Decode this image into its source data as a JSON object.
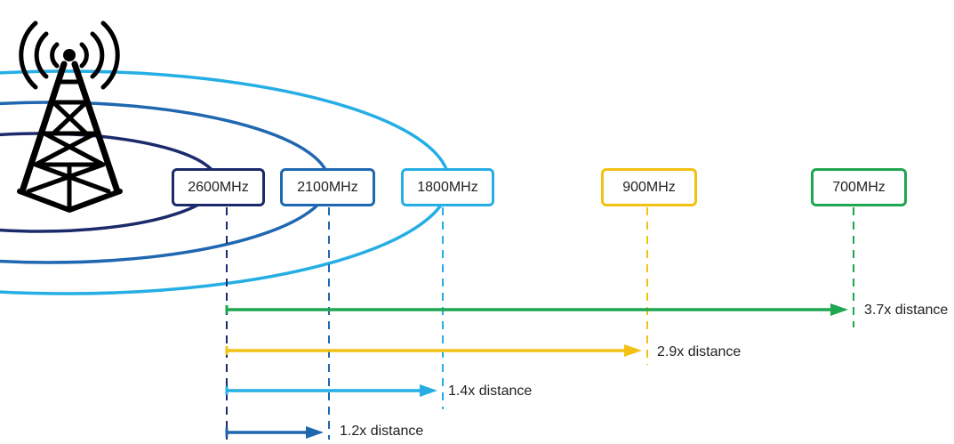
{
  "bands": [
    {
      "id": "2600",
      "label": "2600MHz",
      "color": "#1b2a6b"
    },
    {
      "id": "2100",
      "label": "2100MHz",
      "color": "#1f67b0"
    },
    {
      "id": "1800",
      "label": "1800MHz",
      "color": "#25aee4"
    },
    {
      "id": "900",
      "label": "900MHz",
      "color": "#f3c114"
    },
    {
      "id": "700",
      "label": "700MHz",
      "color": "#1ea650"
    }
  ],
  "distances": [
    {
      "band": "700",
      "label": "3.7x distance",
      "value": 3.7,
      "color": "#1ea650"
    },
    {
      "band": "900",
      "label": "2.9x distance",
      "value": 2.9,
      "color": "#f3c114"
    },
    {
      "band": "1800",
      "label": "1.4x distance",
      "value": 1.4,
      "color": "#25aee4"
    },
    {
      "band": "2100",
      "label": "1.2x distance",
      "value": 1.2,
      "color": "#1f67b0"
    }
  ],
  "icons": {
    "tower": "cell-tower-icon"
  }
}
